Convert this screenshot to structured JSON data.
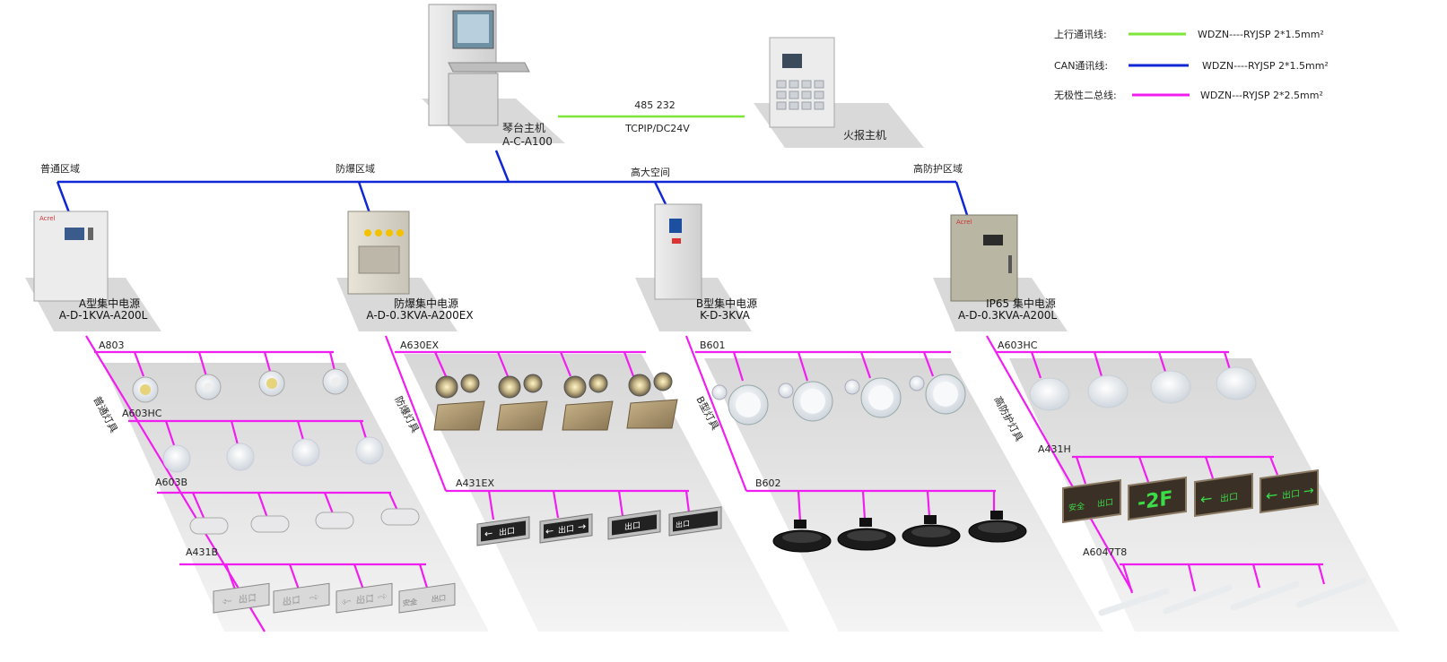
{
  "legend": [
    {
      "label": "上行通讯线:",
      "spec": "WDZN----RYJSP 2*1.5mm²",
      "color": "#7ee53a"
    },
    {
      "label": "CAN通讯线:",
      "spec": "WDZN----RYJSP  2*1.5mm²",
      "color": "#1027d6"
    },
    {
      "label": "无极性二总线:",
      "spec": "WDZN---RYJSP 2*2.5mm²",
      "color": "#f01ef0"
    }
  ],
  "host": {
    "name": "琴台主机",
    "model": "A-C-A100"
  },
  "fire_host": {
    "name": "火报主机"
  },
  "link": {
    "top": "485  232",
    "bottom": "TCPIP/DC24V"
  },
  "zones": {
    "normal": "普通区域",
    "explosion": "防爆区域",
    "high_space": "高大空间",
    "high_protect": "高防护区域"
  },
  "power_units": [
    {
      "name": "A型集中电源",
      "model": "A-D-1KVA-A200L"
    },
    {
      "name": "防爆集中电源",
      "model": "A-D-0.3KVA-A200EX"
    },
    {
      "name": "B型集中电源",
      "model": "K-D-3KVA"
    },
    {
      "name": "IP65 集中电源",
      "model": "A-D-0.3KVA-A200L"
    }
  ],
  "sections": [
    {
      "vertical": "普通灯具",
      "labels": [
        "A803",
        "A603HC",
        "A603B",
        "A431B"
      ]
    },
    {
      "vertical": "防爆灯具",
      "labels": [
        "A630EX",
        "A431EX"
      ]
    },
    {
      "vertical": "B型灯具",
      "labels": [
        "B601",
        "B602"
      ]
    },
    {
      "vertical": "高防护灯具",
      "labels": [
        "A603HC",
        "A431H",
        "A6047T8"
      ]
    }
  ],
  "sign_text": {
    "exit_word": "出口",
    "safe_word": "安全",
    "floor": "-2F",
    "arrow_left": "←",
    "arrow_right": "→"
  },
  "brand": "Acrel"
}
